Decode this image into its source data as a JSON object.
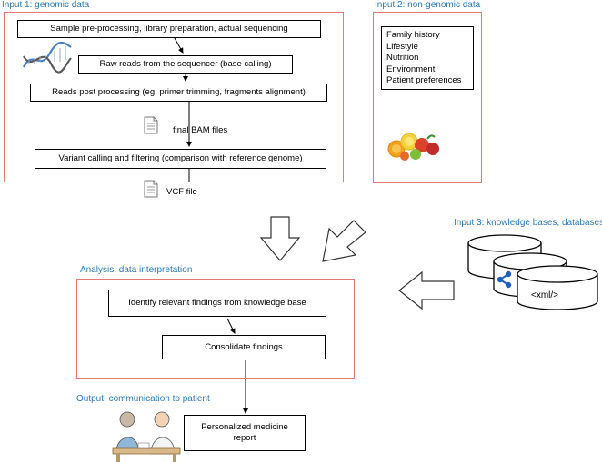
{
  "input1": {
    "title": "Input 1: genomic data",
    "steps": [
      "Sample pre-processing, library preparation, actual sequencing",
      "Raw reads from the sequencer (base calling)",
      "Reads post processing (eg, primer trimming, fragments alignment)",
      "Variant calling and filtering (comparison with reference genome)"
    ],
    "files": [
      "final BAM files",
      "VCF file"
    ]
  },
  "input2": {
    "title": "Input 2: non-genomic data",
    "items": [
      "Family history",
      "Lifestyle",
      "Nutrition",
      "Environment",
      "Patient preferences"
    ]
  },
  "input3": {
    "title": "Input 3: knowledge bases, databases",
    "db_label": "<xml/>"
  },
  "analysis": {
    "title": "Analysis: data interpretation",
    "steps": [
      "Identify relevant findings from knowledge base",
      "Consolidate findings"
    ]
  },
  "output": {
    "title": "Output: communication to patient",
    "report_lines": [
      "Personalized medicine",
      "report"
    ]
  },
  "colors": {
    "frame": "#e07b73",
    "title": "#2a7ab8",
    "db_icon": "#1f5fbf"
  },
  "icons": [
    "dna-helix-icon",
    "document-icon",
    "fruit-icon",
    "database-icon",
    "share-network-icon",
    "doctor-patient-illustration"
  ]
}
